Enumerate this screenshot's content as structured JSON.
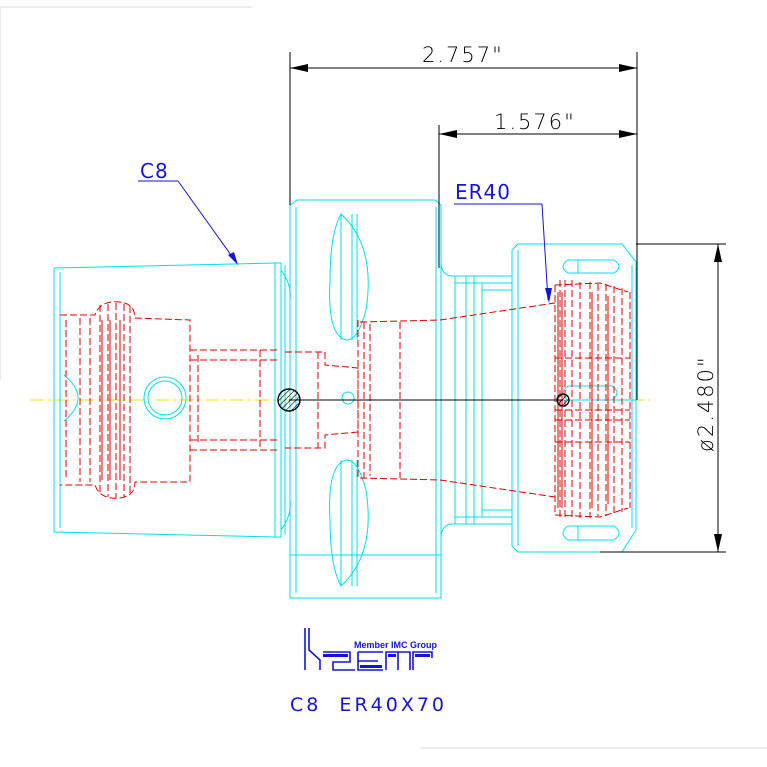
{
  "colors": {
    "outline": "#00e0e8",
    "hidden": "#e00000",
    "dimension": "#000000",
    "label": "#1414d8",
    "centerline": "#f2e000"
  },
  "dimensions": {
    "overall_length": "2.757\"",
    "collet_length": "1.576\"",
    "nut_diameter": "ø2.480\""
  },
  "labels": {
    "shank": "C8",
    "collet": "ER40"
  },
  "logo": {
    "tagline": "Member IMC Group",
    "brand_icon": "iscar-logo-icon"
  },
  "model": "C8  ER40X70"
}
